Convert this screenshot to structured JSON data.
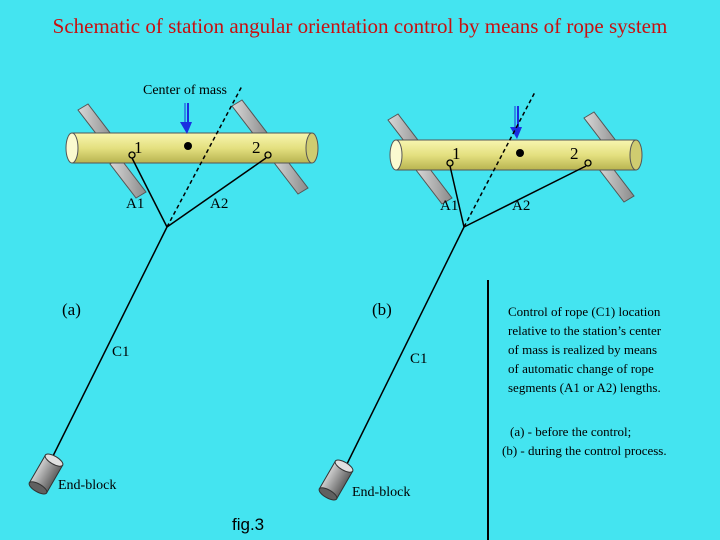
{
  "title": "Schematic of station angular orientation control by means of rope system",
  "labels": {
    "center_of_mass": "Center of mass",
    "point1": "1",
    "point2": "2",
    "a1": "A1",
    "a2": "A2",
    "c1": "C1",
    "end_block": "End-block",
    "panel_a": "(a)",
    "panel_b": "(b)",
    "fig": "fig.3"
  },
  "notes": {
    "control": [
      "Control of rope (C1) location",
      "relative  to the station’s center",
      "of mass is realized  by means",
      "of automatic change of rope",
      "segments (A1 or A2) lengths."
    ],
    "legend": [
      "(a) - before the control;",
      "(b) - during the control process."
    ]
  },
  "colors": {
    "background": "#44e4f0",
    "title": "#c81010",
    "station": "#f2f090",
    "arrow": "#1a2fe0",
    "panel": "#b8b8b8"
  }
}
